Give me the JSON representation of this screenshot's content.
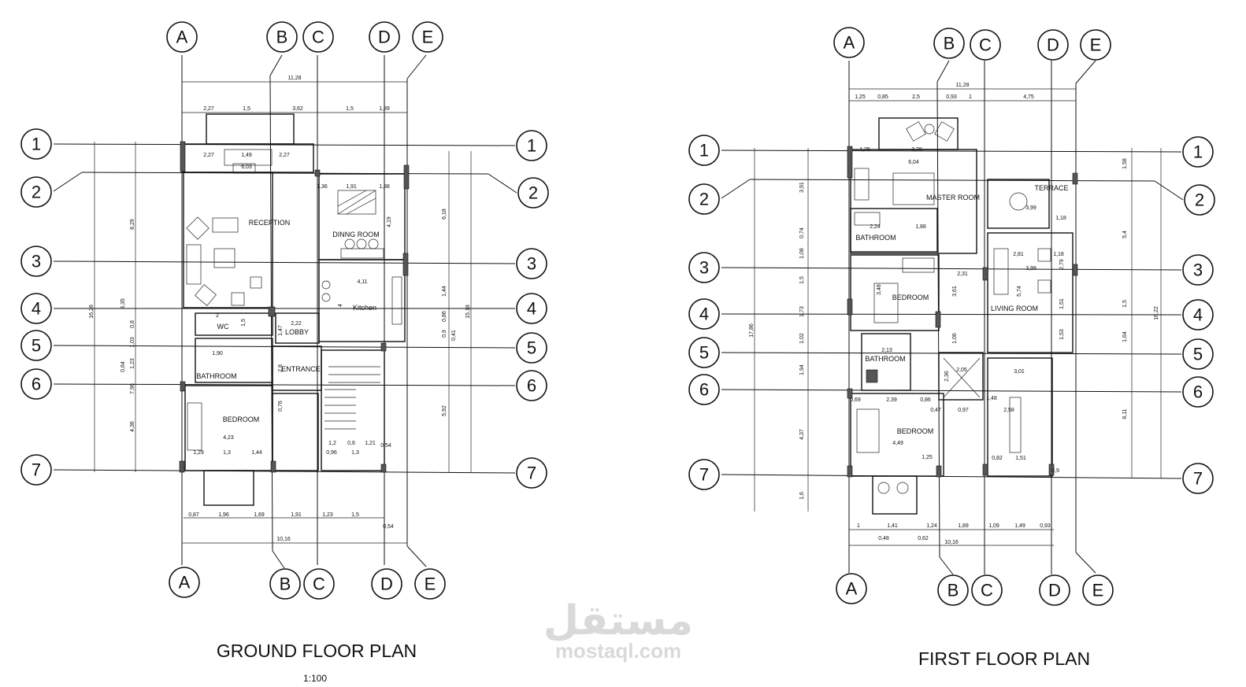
{
  "ground": {
    "axes_top": [
      "A",
      "B",
      "C",
      "D",
      "E"
    ],
    "axes_bottom": [
      "A",
      "B",
      "C",
      "D",
      "E"
    ],
    "rows_left": [
      "1",
      "2",
      "3",
      "4",
      "5",
      "6",
      "7"
    ],
    "rows_right": [
      "1",
      "2",
      "3",
      "4",
      "5",
      "6",
      "7"
    ],
    "rooms": {
      "reception": "RECEPTION",
      "dining": "DINNG ROOM",
      "kitchen": "Kitchen",
      "wc": "WC",
      "lobby": "LOBBY",
      "bathroom": "BATHROOM",
      "entrance": "ENTRANCE",
      "bedroom": "BEDROOM"
    },
    "dims_top": [
      "11,28",
      "2,27",
      "1,5",
      "3,62",
      "1,5",
      "1,89",
      "2,27",
      "1,49",
      "2,27",
      "6,03",
      "1,36",
      "1,91",
      "1,88"
    ],
    "dims_bottom": [
      "0,87",
      "1,96",
      "1,69",
      "1,91",
      "1,23",
      "1,5",
      "0,54",
      "10,16"
    ],
    "dims_left": [
      "16,28",
      "8,29",
      "3,35",
      "0,8",
      "1,03",
      "0,64",
      "7,96",
      "1,23",
      "4,36"
    ],
    "dims_right": [
      "15,18",
      "6,18",
      "4,19",
      "1,44",
      "0,86",
      "0,9",
      "0,41",
      "5,92"
    ],
    "dims_inner": [
      "4,11",
      "2",
      "1,5",
      "2,22",
      "1,47",
      "1,90",
      "2,8",
      "4,23",
      "1,29",
      "1,3",
      "1,44",
      "0,76",
      "1,2",
      "0,6",
      "1,21",
      "0,54",
      "0,96",
      "1,3",
      "4"
    ],
    "title": "GROUND FLOOR PLAN",
    "scale": "1:100"
  },
  "first": {
    "axes_top": [
      "A",
      "B",
      "C",
      "D",
      "E"
    ],
    "axes_bottom": [
      "A",
      "B",
      "C",
      "D",
      "E"
    ],
    "rows_left": [
      "1",
      "2",
      "3",
      "4",
      "5",
      "6",
      "7"
    ],
    "rows_right": [
      "1",
      "2",
      "3",
      "4",
      "5",
      "6",
      "7"
    ],
    "rooms": {
      "master": "MASTER ROOM",
      "terrace": "TERRACE",
      "bathroom1": "BATHROOM",
      "bedroom1": "BEDROOM",
      "living": "LIVING ROOM",
      "bathroom2": "BATHROOM",
      "bedroom2": "BEDROOM"
    },
    "dims_top": [
      "11,28",
      "1,25",
      "0,85",
      "2,5",
      "0,93",
      "1",
      "4,75",
      "1,25",
      "3,78",
      "6,04"
    ],
    "dims_bottom": [
      "1",
      "1,41",
      "1,24",
      "1,89",
      "1,09",
      "1,49",
      "0,93",
      "0,48",
      "0,62",
      "10,16"
    ],
    "dims_left": [
      "17,86",
      "3,91",
      "0,74",
      "1,08",
      "1,5",
      "1,73",
      "1,02",
      "1,94",
      "4,37",
      "1,6"
    ],
    "dims_right": [
      "16,22",
      "1,58",
      "5,4",
      "1,5",
      "1,64",
      "6,11"
    ],
    "dims_inner": [
      "3,99",
      "1,18",
      "2,81",
      "1,18",
      "3,99",
      "2,79",
      "2,24",
      "1,88",
      "2,31",
      "3,48",
      "3,61",
      "5,74",
      "1,51",
      "1,53",
      "2,13",
      "1,06",
      "0,69",
      "2,39",
      "0,86",
      "0,47",
      "0,97",
      "2,05",
      "2,36",
      "3,01",
      "1,48",
      "2,58",
      "4,49",
      "1,25",
      "0,82",
      "1,51",
      "0,9"
    ],
    "title": "FIRST FLOOR PLAN"
  },
  "watermark": {
    "arabic": "مستقل",
    "latin": "mostaql.com"
  }
}
